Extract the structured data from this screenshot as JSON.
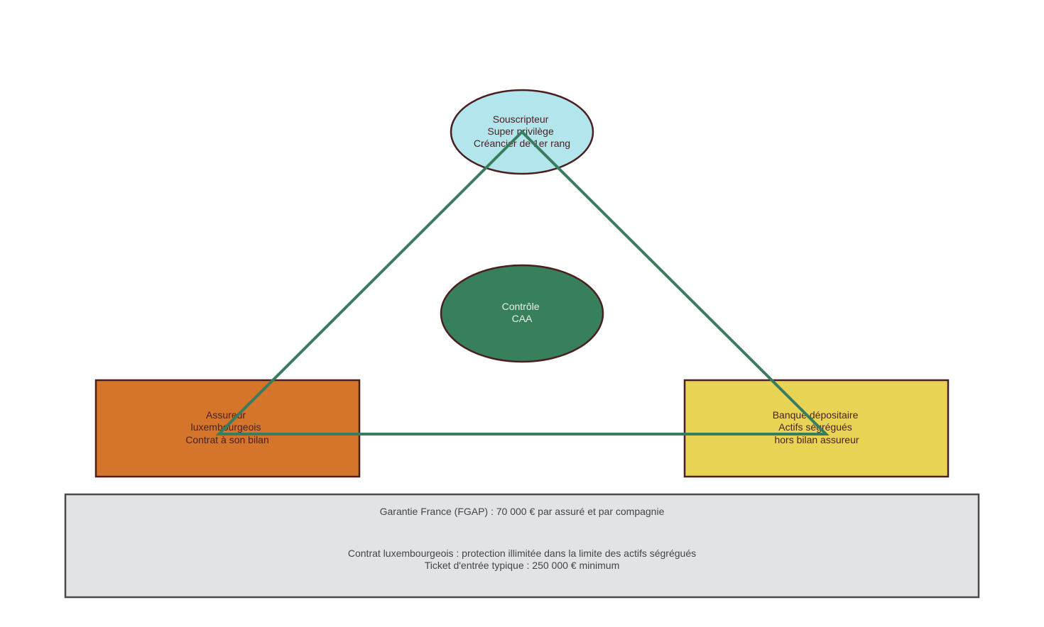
{
  "colors": {
    "background": "#ffffff",
    "outline": "#4a1f1f",
    "triangle_line": "#3a7d5e",
    "souscripteur_fill": "#b3e5ec",
    "controle_fill": "#38805c",
    "assureur_fill": "#d4752b",
    "banque_fill": "#e8d454",
    "footer_fill": "#e2e3e5",
    "footer_border": "#4a4a4a",
    "dark_text": "#4a1f1f",
    "light_text": "#e8f2ec",
    "footer_text": "#444444"
  },
  "nodes": {
    "souscripteur": {
      "lines": [
        "Souscripteur",
        "Super privilège",
        "Créancier de 1er rang"
      ]
    },
    "controle": {
      "lines": [
        "Contrôle",
        "CAA"
      ]
    },
    "assureur": {
      "lines": [
        "Assureur",
        "luxembourgeois",
        "Contrat à son bilan"
      ]
    },
    "banque": {
      "lines": [
        "Banque dépositaire",
        "Actifs ségrégués",
        "hors bilan assureur"
      ]
    }
  },
  "footer": {
    "garantie_france": "Garantie France (FGAP) : 70 000 € par assuré et par compagnie",
    "contrat_lux": "Contrat luxembourgeois : protection illimitée dans la limite des actifs ségrégués",
    "ticket": "Ticket d'entrée typique : 250 000 € minimum"
  }
}
